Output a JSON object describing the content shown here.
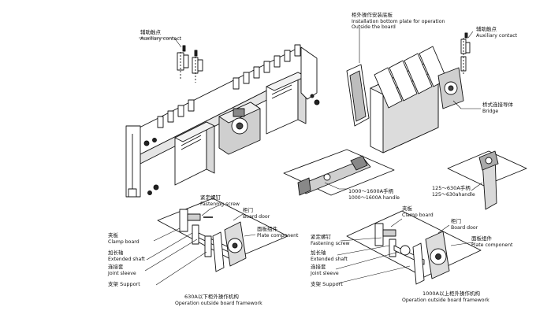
{
  "labels": {
    "aux_left": {
      "cn": "辅助触点",
      "en": "Auxiliary contact"
    },
    "install": {
      "cn": "柜外操作安装底板",
      "en1": "Installation bottom plate for operation",
      "en2": "Outside the board"
    },
    "aux_right": {
      "cn": "辅助触点",
      "en": "Auxiliary contact"
    },
    "bridge": {
      "cn": "桥式连接导体",
      "en": "Bridge"
    },
    "handle_big": {
      "cn": "1000～1600A手柄",
      "en": "1000～1600A handle"
    },
    "handle_small": {
      "cn": "125～630A手柄",
      "en": "125～630ahandle"
    },
    "fasten_l": {
      "cn": "紧定螺钉",
      "en": "Fastenmg screw"
    },
    "door_l": {
      "cn": "柜门",
      "en": "Board door"
    },
    "plate_l": {
      "cn": "面板组件",
      "en": "Plate component"
    },
    "clamp_l": {
      "cn": "夹板",
      "en": "Clamp board"
    },
    "shaft_l": {
      "cn": "加长轴",
      "en": "Extended shaft"
    },
    "sleeve_l": {
      "cn": "连接套",
      "en": "Joint sleeve"
    },
    "support_l": {
      "cn": "支架",
      "en": "Support"
    },
    "frame_l": {
      "cn": "630A以下柜外操作机构",
      "en": "Operation outside board framework"
    },
    "clamp_r": {
      "cn": "夹板",
      "en": "Clamp board"
    },
    "door_r": {
      "cn": "柜门",
      "en": "Board door"
    },
    "plate_r": {
      "cn": "面板组件",
      "en": "Plate component"
    },
    "fasten_r": {
      "cn": "紧定螺钉",
      "en": "Fastening screw"
    },
    "shaft_r": {
      "cn": "加长轴",
      "en": "Extended shaft"
    },
    "sleeve_r": {
      "cn": "连接套",
      "en": "Joint sleeve"
    },
    "support_r": {
      "cn": "支架",
      "en": "Support"
    },
    "frame_r": {
      "cn": "1000A以上柜外操作机构",
      "en": "Operation outside board framework"
    }
  }
}
